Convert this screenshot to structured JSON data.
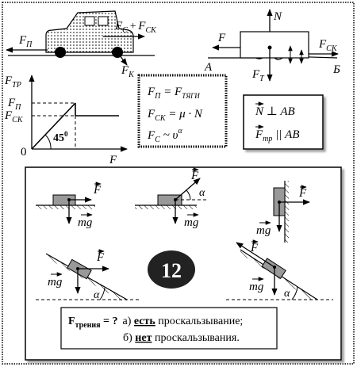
{
  "top_panel": {
    "car_labels": {
      "force_drag": "F",
      "drag_sub": "П",
      "resistance": "F",
      "res_sub1": "C",
      "plus": "+",
      "res2": "F",
      "res_sub2": "CK",
      "car_force": "F",
      "car_sub": "K"
    },
    "block_labels": {
      "normal": "N",
      "force": "F",
      "friction": "F",
      "friction_sub": "CK",
      "gravity": "F",
      "gravity_sub": "T",
      "point_a": "A",
      "point_b": "Б"
    },
    "graph": {
      "ylabel": "F",
      "ylabel_sub": "TP",
      "fp": "F",
      "fp_sub": "П",
      "fck": "F",
      "fck_sub": "CK",
      "angle": "45",
      "angle_sup": "0",
      "origin": "0",
      "xlabel": "F"
    },
    "formulas": {
      "line1_a": "F",
      "line1_sub1": "П",
      "line1_eq": " = F",
      "line1_sub2": "ТЯГИ",
      "line2_a": "F",
      "line2_sub": "CK",
      "line2_eq": " = μ · N",
      "line3_a": "F",
      "line3_sub": "C",
      "line3_eq": " ~ υ",
      "line3_sup": "α"
    },
    "relations": {
      "r1_left": "N",
      "r1_op": " ⊥ AB",
      "r2_left": "F",
      "r2_sub": "тр",
      "r2_op": " || AB"
    }
  },
  "bottom_panel": {
    "badge": "12",
    "force_label": "F",
    "gravity_label": "mg",
    "angle_label": "α",
    "question_bold": "F",
    "question_sub": "трения",
    "question_rest": " = ?",
    "option_a_prefix": "а) ",
    "option_a_bold": "есть",
    "option_a_rest": " проскальзывание;",
    "option_b_prefix": "б) ",
    "option_b_bold": "нет",
    "option_b_rest": " проскальзывания."
  }
}
